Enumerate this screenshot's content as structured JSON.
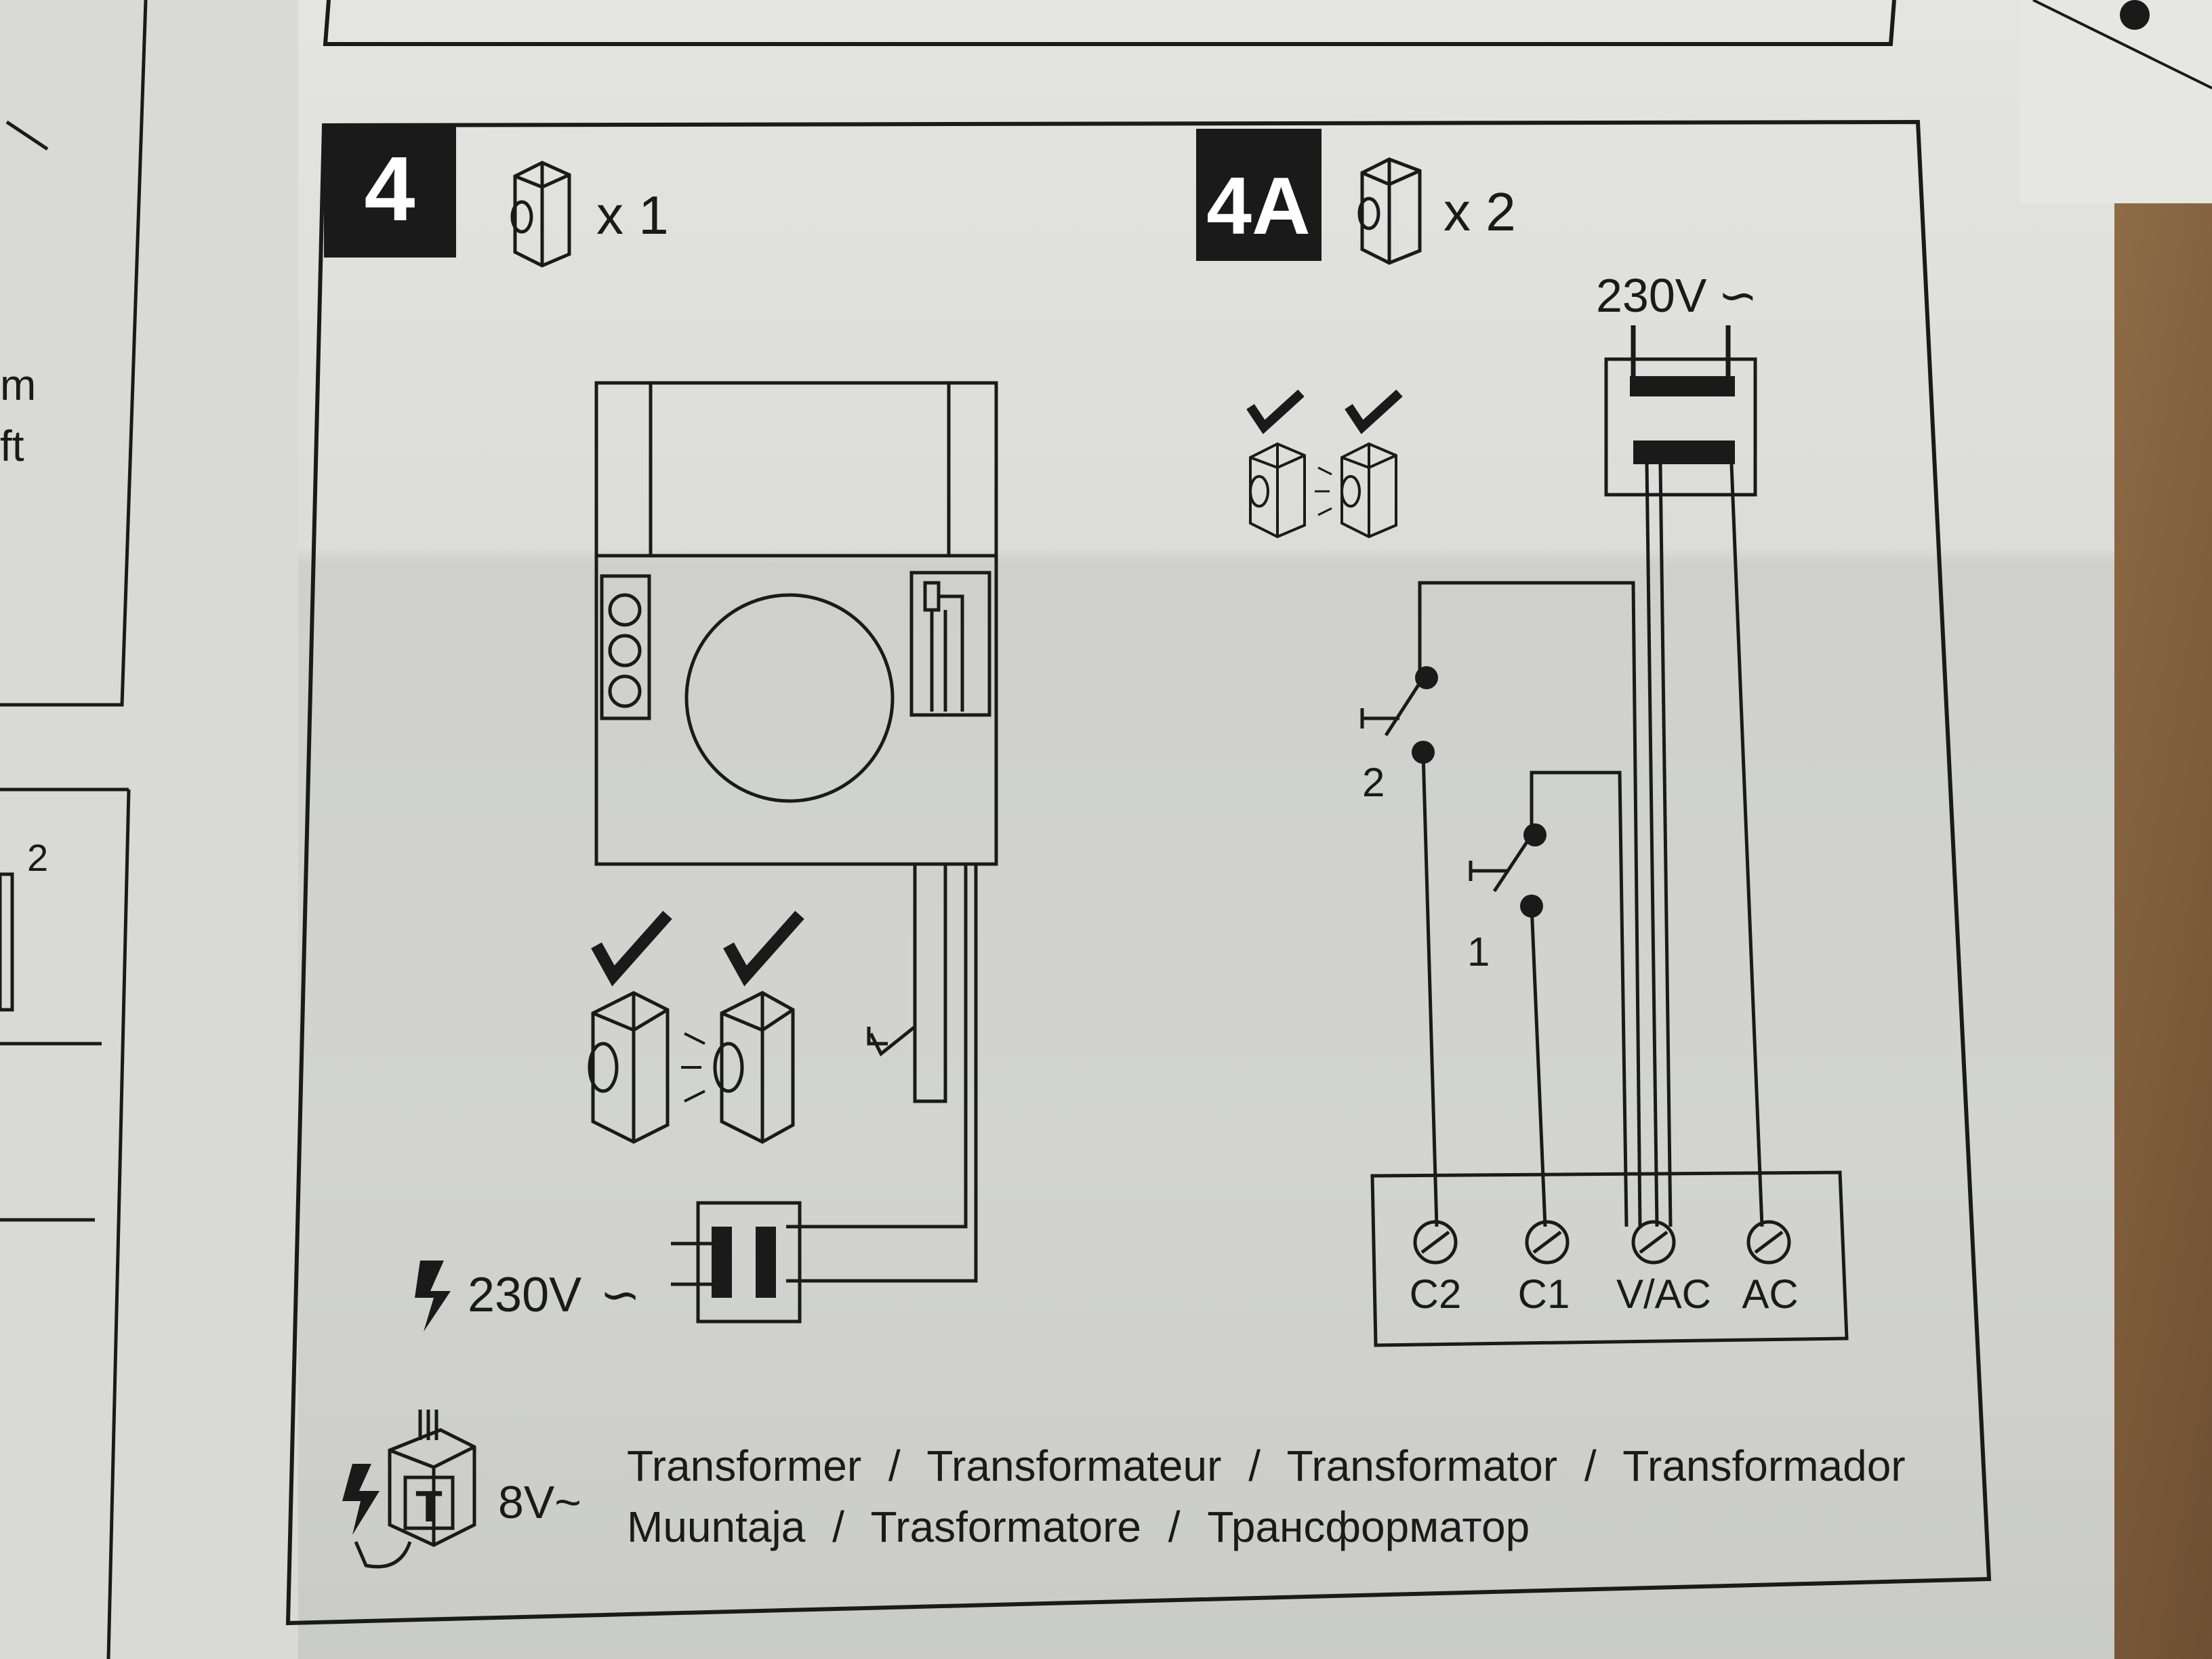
{
  "panel4": {
    "number": "4",
    "count": "x 1",
    "mains": "230V",
    "ac_symbol": "∽"
  },
  "panel4a": {
    "number": "4A",
    "count": "x 2",
    "mains": "230V",
    "ac_symbol": "∽",
    "button_labels": [
      "2",
      "1"
    ],
    "terminals": [
      "C2",
      "C1",
      "V/AC",
      "AC"
    ]
  },
  "transformer": {
    "badge": "T",
    "voltage": "8V~",
    "line1": [
      "Transformer",
      "/",
      "Transformateur",
      "/",
      "Transformator",
      "/",
      "Transformador"
    ],
    "line2": [
      "Muuntaja",
      "/",
      "Trasformatore",
      "/",
      "Трансформатор"
    ]
  },
  "left_page_fragments": [
    "m",
    "ft",
    "2"
  ],
  "colors": {
    "ink": "#1a1a1a",
    "paper": "#dcdcd9"
  }
}
